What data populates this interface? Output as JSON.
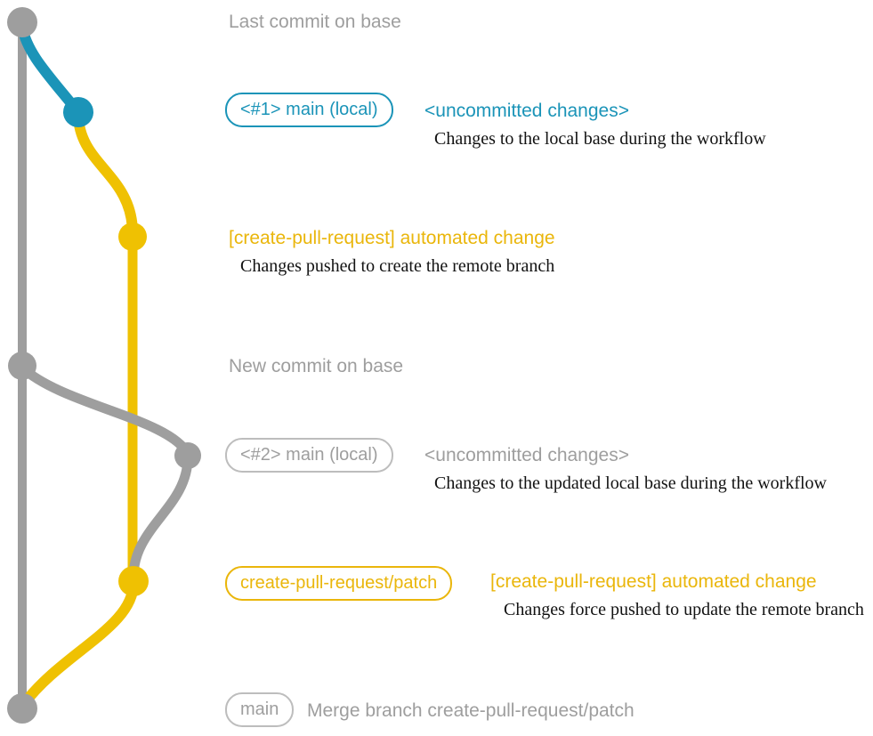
{
  "colors": {
    "gray": "#9e9e9e",
    "blue": "#1b94b8",
    "yellow": "#efc102",
    "yellow_label": "#eab60b",
    "gray_badge_border": "#bdbdbd",
    "desc_text": "#121212"
  },
  "graph": {
    "dot_colors": [
      "gray",
      "blue",
      "yellow",
      "gray",
      "gray",
      "yellow",
      "gray"
    ]
  },
  "annotations": {
    "last_commit_label": "Last commit on base",
    "branch1_badge": "<#1> main (local)",
    "branch1_title": "<uncommitted changes>",
    "branch1_desc": "Changes to the local base during the workflow",
    "push1_title": "[create-pull-request] automated change",
    "push1_desc": "Changes pushed to create the remote branch",
    "new_commit_label": "New commit on base",
    "branch2_badge": "<#2> main (local)",
    "branch2_title": "<uncommitted changes>",
    "branch2_desc": "Changes to the updated local base during the workflow",
    "patch_badge": "create-pull-request/patch",
    "push2_title": "[create-pull-request] automated change",
    "push2_desc": "Changes force pushed to update the remote branch",
    "merge_badge": "main",
    "merge_title": "Merge branch create-pull-request/patch"
  }
}
